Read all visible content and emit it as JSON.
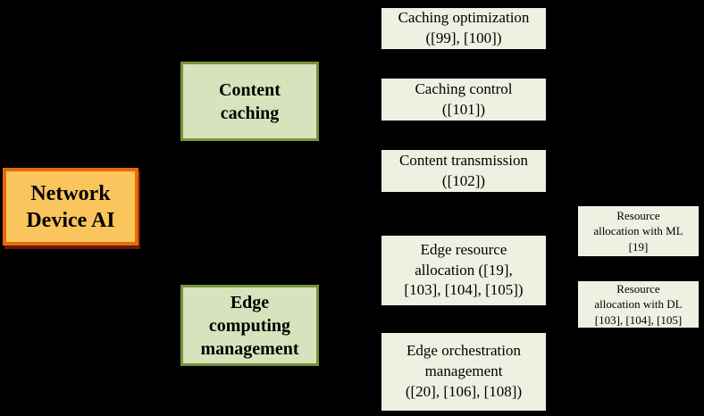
{
  "colors": {
    "background": "#000000",
    "root_fill": "#FBC55D",
    "root_border": "#E36C0A",
    "category_fill": "#D6E3BC",
    "category_border": "#76923C",
    "leaf_fill": "#ECF1E1",
    "leaf_border": "#000000",
    "text": "#000000"
  },
  "nodes": {
    "root": {
      "label": "Network\nDevice AI"
    },
    "categories": [
      {
        "label": "Content\ncaching"
      },
      {
        "label": "Edge\ncomputing\nmanagement"
      }
    ],
    "topics": [
      {
        "label": "Caching optimization\n([99], [100])"
      },
      {
        "label": "Caching control\n([101])"
      },
      {
        "label": "Content transmission\n([102])"
      },
      {
        "label": "Edge resource\nallocation ([19],\n[103], [104], [105])"
      },
      {
        "label": "Edge orchestration\nmanagement\n([20], [106], [108])"
      }
    ],
    "subtopics": [
      {
        "label": "Resource\nallocation with ML\n[19]"
      },
      {
        "label": "Resource\nallocation with DL\n[103], [104], [105]"
      }
    ]
  }
}
